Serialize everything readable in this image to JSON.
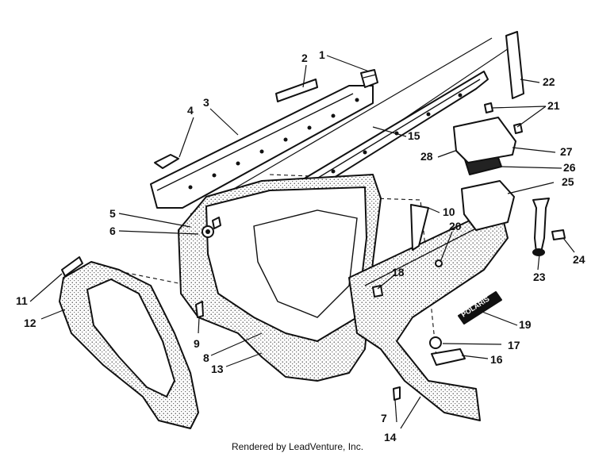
{
  "footer_text": "Rendered by LeadVenture, Inc.",
  "callouts": [
    "1",
    "2",
    "3",
    "4",
    "5",
    "6",
    "7",
    "8",
    "9",
    "10",
    "11",
    "12",
    "13",
    "14",
    "15",
    "16",
    "17",
    "18",
    "19",
    "20",
    "21",
    "22",
    "23",
    "24",
    "25",
    "26",
    "27",
    "28"
  ],
  "decal_text": "POLARIS"
}
